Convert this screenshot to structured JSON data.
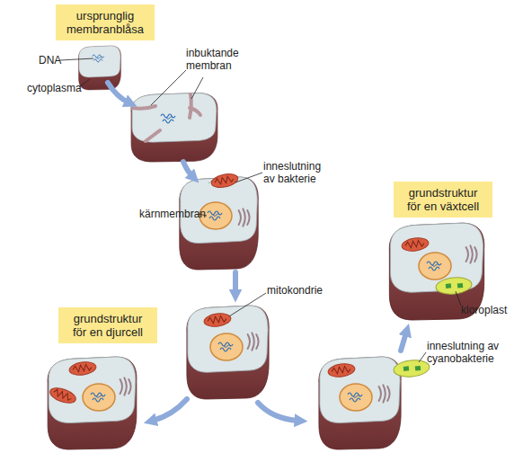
{
  "diagram": {
    "nodes": [
      {
        "text": [
          "ursprunglig membranblåsa"
        ]
      },
      {
        "text": [
          "grundstruktur för en växtcell"
        ]
      },
      {
        "text": [
          "grundstruktur för en djurcell"
        ]
      }
    ],
    "labels": [
      "DNA",
      "inbuktande membran",
      "cytoplasma",
      "inneslutning av bakterie",
      "kärnmembran",
      "mitokondrie",
      "kloroplast",
      "inneslutning av cyanobakterie"
    ]
  }
}
